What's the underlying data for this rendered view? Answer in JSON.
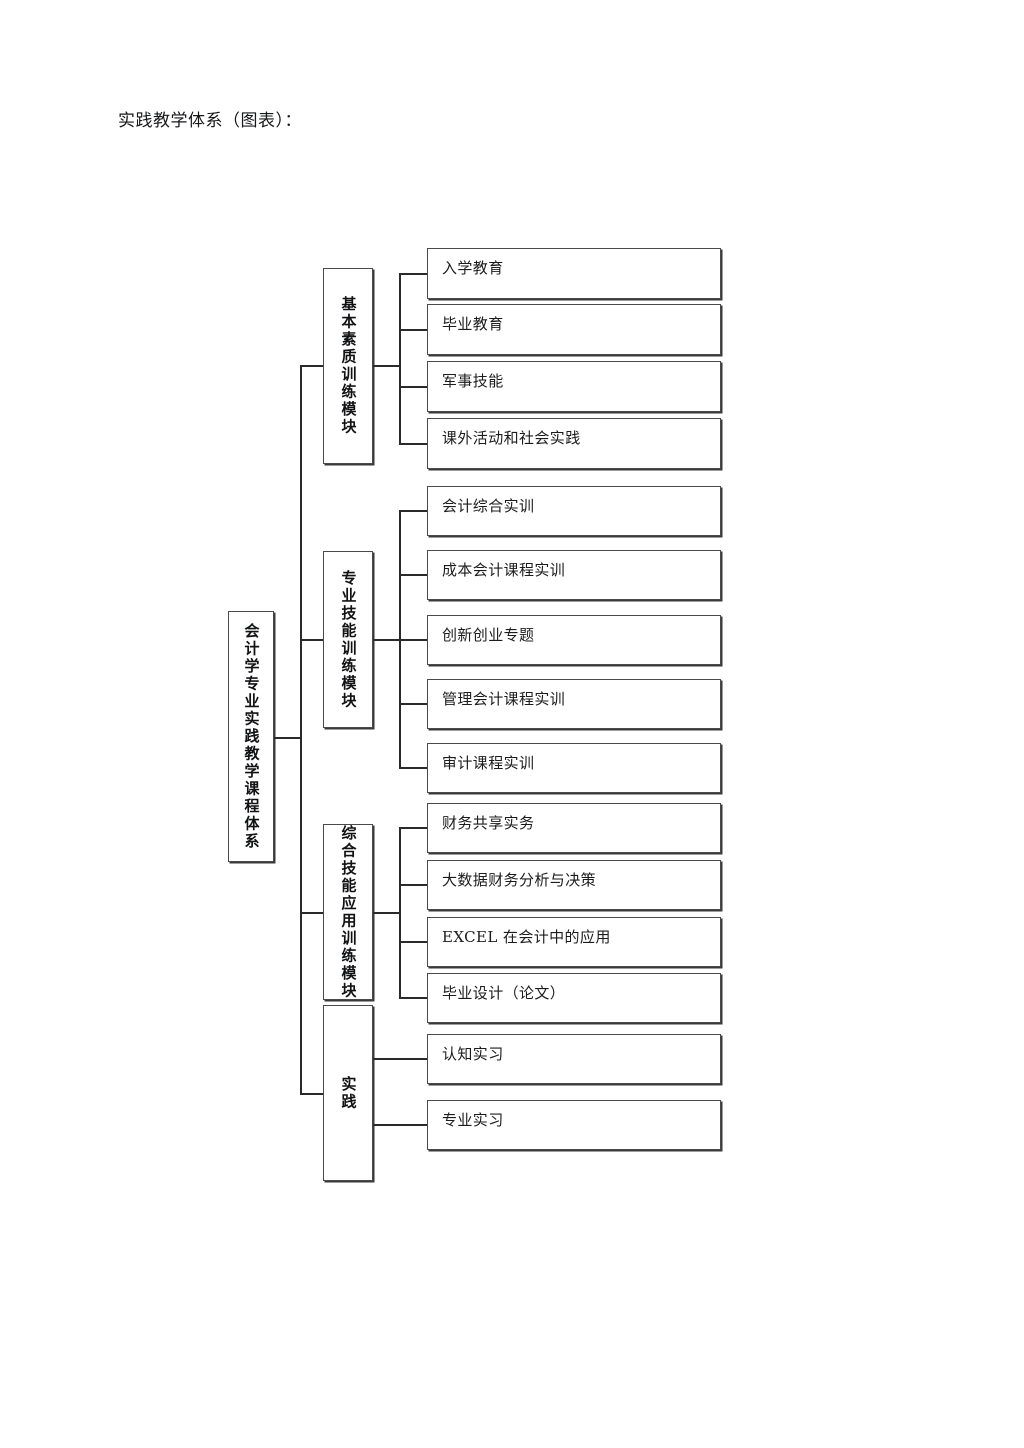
{
  "document": {
    "title_text": "实践教学体系（图表）："
  },
  "diagram": {
    "type": "tree-org-chart",
    "root": {
      "label": "会计学专业实践教学课程体系",
      "orientation": "vertical-text"
    },
    "modules": [
      {
        "label": "基本素质训练模块",
        "orientation": "vertical-text",
        "children": [
          {
            "label": "入学教育"
          },
          {
            "label": "毕业教育"
          },
          {
            "label": "军事技能"
          },
          {
            "label": "课外活动和社会实践"
          }
        ]
      },
      {
        "label": "专业技能训练模块",
        "orientation": "vertical-text",
        "children": [
          {
            "label": "会计综合实训"
          },
          {
            "label": "成本会计课程实训"
          },
          {
            "label": "创新创业专题"
          },
          {
            "label": "管理会计课程实训"
          },
          {
            "label": "审计课程实训"
          }
        ]
      },
      {
        "label": "综合技能应用训练模块",
        "orientation": "vertical-text",
        "children": [
          {
            "label": "财务共享实务"
          },
          {
            "label": "大数据财务分析与决策"
          },
          {
            "label": "EXCEL 在会计中的应用"
          },
          {
            "label": "毕业设计（论文）"
          }
        ]
      },
      {
        "label": "实践",
        "orientation": "vertical-text",
        "children": [
          {
            "label": "认知实习"
          },
          {
            "label": "专业实习"
          }
        ]
      }
    ]
  },
  "colors": {
    "page_background": "#ffffff",
    "box_border": "#4a4a4a",
    "box_shadow": "#3a3a3a",
    "connector": "#2a2a2a",
    "text": "#1c1c1c"
  }
}
